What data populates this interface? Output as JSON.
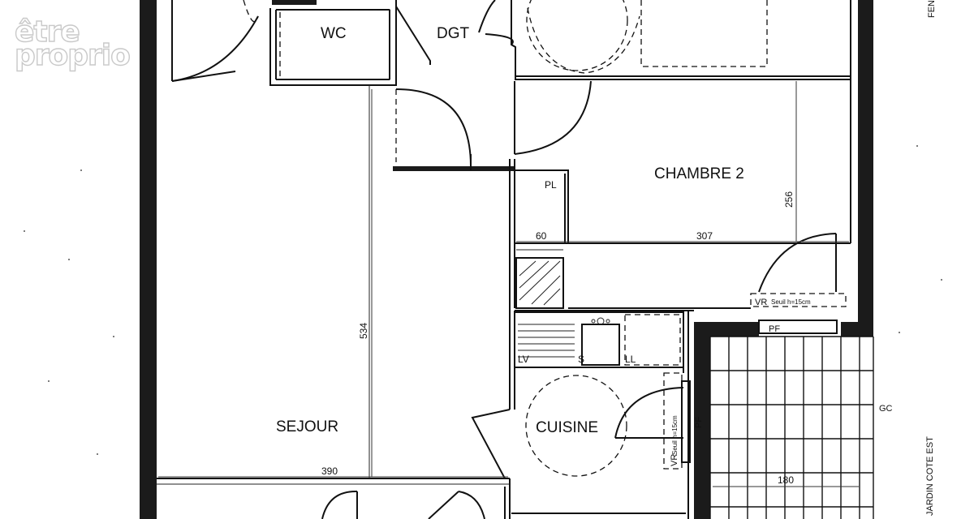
{
  "watermark": {
    "line1": "être",
    "line2": "proprio"
  },
  "rooms": {
    "wc": "WC",
    "dgt": "DGT",
    "chambre2": "CHAMBRE 2",
    "sejour": "SEJOUR",
    "cuisine": "CUISINE",
    "placard": "PL"
  },
  "dimensions": {
    "placard_width": "60",
    "chambre_width": "307",
    "chambre_depth": "256",
    "sejour_depth": "534",
    "sejour_width": "390",
    "terrace_width": "180"
  },
  "fixtures": {
    "lave_vaisselle": "LV",
    "evier": "S",
    "lave_linge": "LL",
    "volet_top": "VR",
    "volet_top_note": "Seuil h=15cm",
    "volet_side": "VR",
    "volet_side_note": "Seuil h=15cm",
    "porte_fenetre_top": "PF",
    "porte_fenetre_side": "PF",
    "garde_corps": "GC"
  },
  "edge_labels": {
    "jardin": "JARDIN COTE EST",
    "top_right_fragment": "FEN"
  }
}
